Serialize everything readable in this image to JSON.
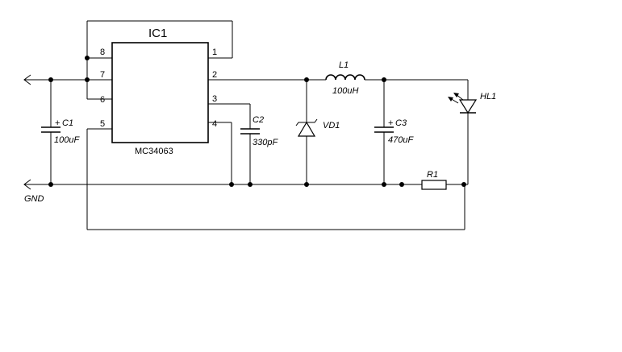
{
  "ic": {
    "name": "IC1",
    "part": "MC34063",
    "pins": {
      "p1": "1",
      "p2": "2",
      "p3": "3",
      "p4": "4",
      "p5": "5",
      "p6": "6",
      "p7": "7",
      "p8": "8"
    }
  },
  "components": {
    "c1": {
      "name": "C1",
      "value": "100uF",
      "polarity": "+"
    },
    "c2": {
      "name": "C2",
      "value": "330pF"
    },
    "c3": {
      "name": "C3",
      "value": "470uF",
      "polarity": "+"
    },
    "l1": {
      "name": "L1",
      "value": "100uH"
    },
    "vd1": {
      "name": "VD1"
    },
    "hl1": {
      "name": "HL1"
    },
    "r1": {
      "name": "R1"
    }
  },
  "labels": {
    "gnd": "GND"
  }
}
